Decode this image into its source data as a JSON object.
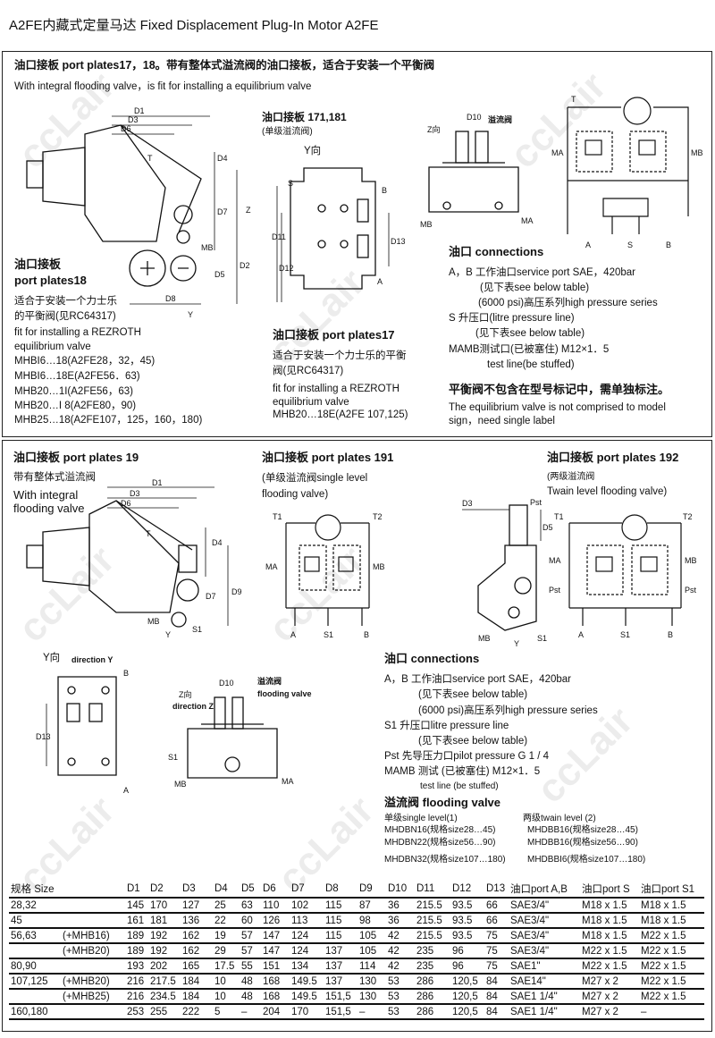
{
  "title": "A2FE内藏式定量马达  Fixed Displacement Plug-In Motor A2FE",
  "watermark": "ccLair",
  "section1": {
    "heading": "油口接板  port plates17，18。带有整体式溢流阀的油口接板，适合于安装一个平衡阀",
    "subheading": "With integral flooding valve，is fit for installing a equilibrium valve",
    "motor_labels": [
      "D1",
      "D3",
      "D6",
      "T",
      "D4",
      "D7",
      "Z",
      "MB",
      "D2",
      "D5",
      "D8",
      "Y"
    ],
    "plate171": {
      "title": "油口接板 171,181",
      "subtitle": "(单级溢流阀)",
      "view": "Y向",
      "labels": [
        "S",
        "B",
        "A",
        "D11",
        "D12",
        "D13"
      ]
    },
    "zview": {
      "title": "Z向",
      "d10": "D10",
      "valve": "溢流阀",
      "mb": "MB",
      "ma": "MA"
    },
    "circuit_labels": [
      "T",
      "MA",
      "MB",
      "A",
      "S",
      "B"
    ],
    "plates18": {
      "title_cn": "油口接板",
      "title_en": "port plates18",
      "lines": [
        "适合于安装一个力士乐",
        "的平衡阀(见RC64317)",
        "fit for installing a REZROTH",
        "equilibrium valve",
        "MHBI6…18(A2FE28，32，45)",
        "MHBI6…18E(A2FE56．63)",
        "MHB20…1I(A2FE56，63)",
        "MHB20…I 8(A2FE80，90)",
        "MHB25…18(A2FE107，125，160，180)"
      ]
    },
    "plates17": {
      "title": "油口接板  port plates17",
      "lines": [
        "适合于安装一个力士乐的平衡",
        "阀(见RC64317)",
        "fit for installing a REZROTH",
        "equilibrium valve",
        "MHB20…18E(A2FE 107,125)"
      ]
    },
    "connections": {
      "title": "油口  connections",
      "lines": [
        "A，B  工作油口service port SAE，420bar",
        "(见下表see below table)",
        "(6000 psi)高压系列high pressure series",
        "S       升压口(litre pressure line)",
        "(见下表see below table)",
        "MAMB测试口(已被塞住)        M12×1．5",
        "test line(be stuffed)"
      ],
      "note_cn": "平衡阀不包含在型号标记中，需单独标注。",
      "note_en": [
        "The equilibrium valve is not comprised to model",
        "sign，need single label"
      ]
    }
  },
  "section2": {
    "plates19": {
      "title": "油口接板  port plates 19",
      "cn": "带有整体式溢流阀",
      "en1": "With integral",
      "en2": "flooding valve"
    },
    "motor_labels": [
      "D1",
      "D3",
      "D6",
      "T",
      "D4",
      "D7",
      "D9",
      "MB",
      "Y",
      "S1"
    ],
    "plates191": {
      "title": "油口接板  port plates 191",
      "l1": "(单级溢流阀single level",
      "l2": "flooding valve)",
      "labels": [
        "T1",
        "T2",
        "MA",
        "MB",
        "A",
        "S1",
        "B"
      ]
    },
    "valve192_labels": [
      "D3",
      "Pst",
      "D5",
      "MB",
      "Y",
      "S1"
    ],
    "plates192": {
      "title": "油口接板  port plates 192",
      "l1": "(两级溢流阀",
      "l2": "Twain level flooding valve)",
      "labels": [
        "T1",
        "T2",
        "MA",
        "MB",
        "Pst",
        "Pst",
        "A",
        "S1",
        "B"
      ]
    },
    "yview": {
      "title": "Y向",
      "sub": "direction Y",
      "labels": [
        "B",
        "D13",
        "A"
      ]
    },
    "zview": {
      "title": "Z向",
      "sub": "direction Z",
      "d10": "D10",
      "valve_cn": "溢流阀",
      "valve_en": "flooding valve",
      "labels": [
        "S1",
        "MB",
        "MA"
      ]
    },
    "connections": {
      "title": "油口  connections",
      "lines": [
        "A，B   工作油口service port SAE，420bar",
        "(见下表see below table)",
        "(6000 psi)高压系列high pressure series",
        "S1       升压口litre pressure line",
        "(见下表see below table)",
        "Pst      先导压力口pilot pressure G 1 / 4",
        "MAMB  测试 (已被塞住)        M12×1．5",
        "test line (be stuffed)"
      ],
      "flood_title": "溢流阀  flooding valve",
      "single": [
        "单级single level(1)",
        "MHDBN16(规格size28…45)",
        "MHDBN22(规格size56…90)",
        "MHDBN32(规格size107…180)"
      ],
      "twain": [
        "两级twain level (2)",
        "MHDBB16(规格size28…45)",
        "MHDBB16(规格size56…90)",
        "MHDBBI6(规格size107…180)"
      ]
    }
  },
  "table": {
    "headers": [
      "规格  Size",
      "",
      "D1",
      "D2",
      "D3",
      "D4",
      "D5",
      "D6",
      "D7",
      "D8",
      "D9",
      "D10",
      "D11",
      "D12",
      "D13",
      "油口port A,B",
      "油口port S",
      "油口port S1"
    ],
    "rows": [
      [
        "28,32",
        "",
        "145",
        "170",
        "127",
        "25",
        "63",
        "110",
        "102",
        "115",
        "87",
        "36",
        "215.5",
        "93.5",
        "66",
        "SAE3/4\"",
        "M18 x 1.5",
        "M18 x 1.5"
      ],
      [
        "45",
        "",
        "161",
        "181",
        "136",
        "22",
        "60",
        "126",
        "113",
        "115",
        "98",
        "36",
        "215.5",
        "93.5",
        "66",
        "SAE3/4\"",
        "M18 x 1.5",
        "M18 x 1.5"
      ],
      [
        "56,63",
        "(+MHB16)",
        "189",
        "192",
        "162",
        "19",
        "57",
        "147",
        "124",
        "115",
        "105",
        "42",
        "215.5",
        "93.5",
        "75",
        "SAE3/4\"",
        "M18 x 1.5",
        "M22 x 1.5"
      ],
      [
        "",
        "(+MHB20)",
        "189",
        "192",
        "162",
        "29",
        "57",
        "147",
        "124",
        "137",
        "105",
        "42",
        "235",
        "96",
        "75",
        "SAE3/4\"",
        "M22 x 1.5",
        "M22 x 1.5"
      ],
      [
        "80,90",
        "",
        "193",
        "202",
        "165",
        "17.5",
        "55",
        "151",
        "134",
        "137",
        "114",
        "42",
        "235",
        "96",
        "75",
        "SAE1\"",
        "M22 x 1.5",
        "M22 x 1.5"
      ],
      [
        "107,125",
        "(+MHB20)",
        "216",
        "217.5",
        "184",
        "10",
        "48",
        "168",
        "149.5",
        "137",
        "130",
        "53",
        "286",
        "120,5",
        "84",
        "SAE14\"",
        "M27 x 2",
        "M22 x 1.5"
      ],
      [
        "",
        "(+MHB25)",
        "216",
        "234.5",
        "184",
        "10",
        "48",
        "168",
        "149.5",
        "151,5",
        "130",
        "53",
        "286",
        "120,5",
        "84",
        "SAE1  1/4\"",
        "M27 x 2",
        "M22 x 1.5"
      ],
      [
        "160,180",
        "",
        "253",
        "255",
        "222",
        "5",
        "–",
        "204",
        "170",
        "151,5",
        "–",
        "53",
        "286",
        "120,5",
        "84",
        "SAE1  1/4\"",
        "M27 x 2",
        "–"
      ]
    ]
  }
}
